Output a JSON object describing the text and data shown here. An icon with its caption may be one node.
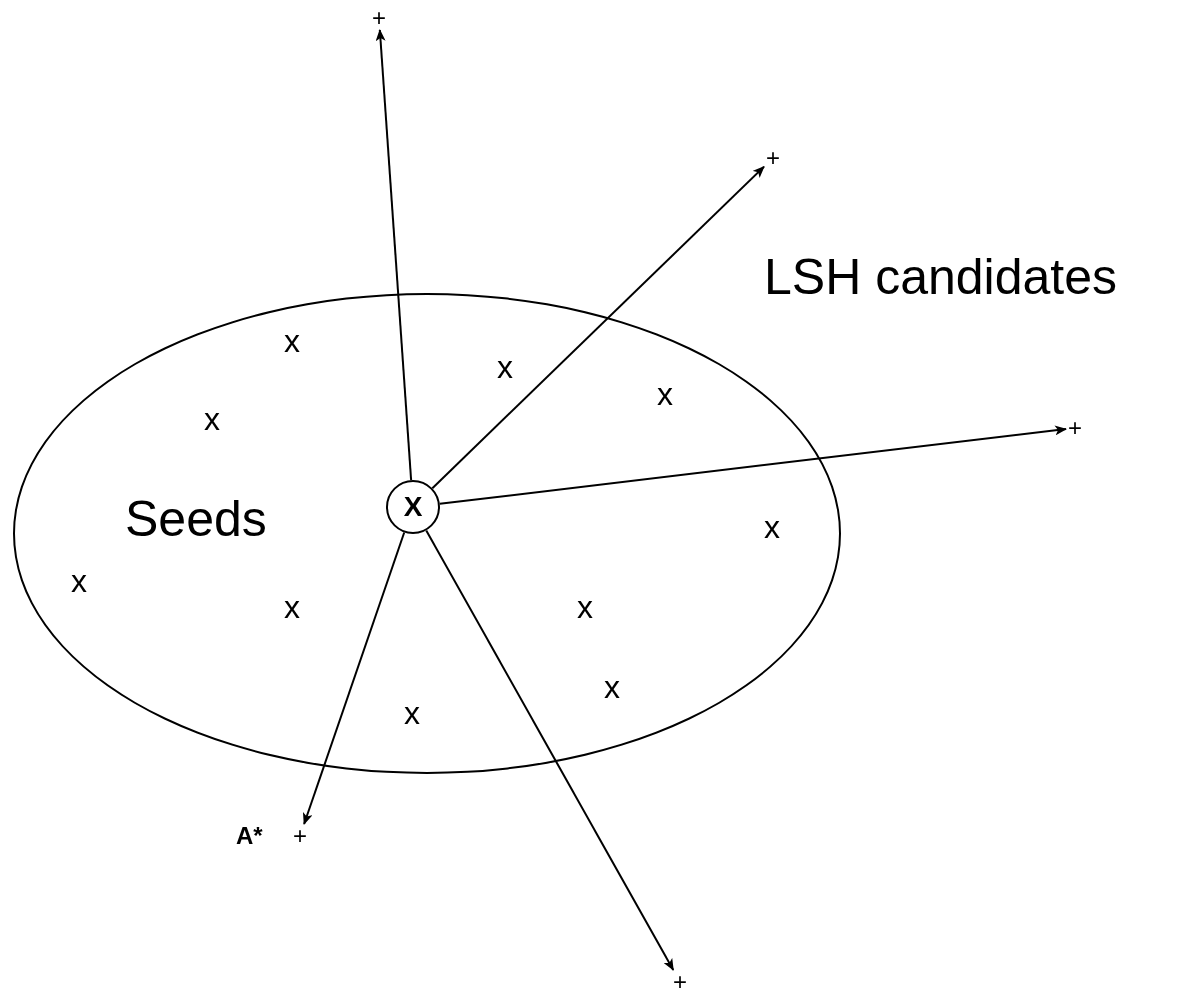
{
  "diagram": {
    "nodes": [
      {
        "text": [
          "Seeds"
        ]
      },
      {
        "text": [
          "X"
        ],
        "in": 0
      },
      {
        "text": [
          "+"
        ]
      },
      {
        "text": [
          "+"
        ]
      },
      {
        "text": [
          "+"
        ]
      },
      {
        "text": [
          "+"
        ],
        "beside": [
          "A*"
        ]
      },
      {
        "text": [
          "+"
        ]
      }
    ],
    "edges": [
      {
        "from": 1,
        "to": 2,
        "arrow": "to"
      },
      {
        "from": 1,
        "to": 3,
        "arrow": "to"
      },
      {
        "from": 1,
        "to": 4,
        "arrow": "to"
      },
      {
        "from": 1,
        "to": 5,
        "arrow": "to"
      },
      {
        "from": 1,
        "to": 6,
        "arrow": "to"
      }
    ],
    "labels": [
      "LSH candidates",
      "x",
      "x",
      "x",
      "x",
      "x",
      "x",
      "x",
      "x",
      "x",
      "x"
    ]
  }
}
